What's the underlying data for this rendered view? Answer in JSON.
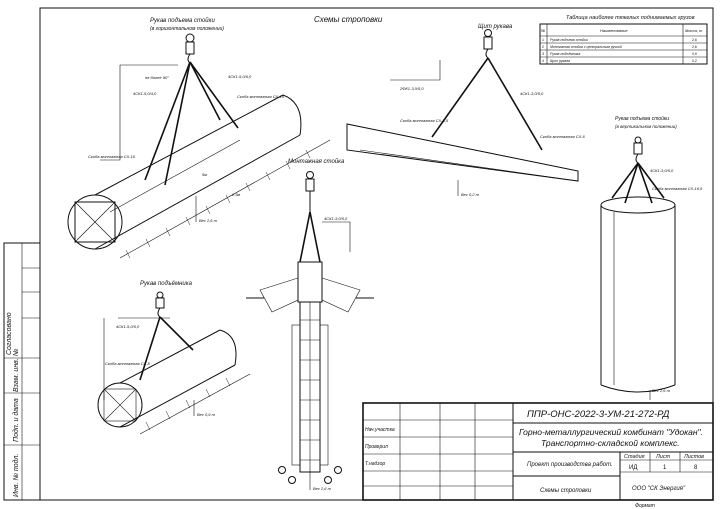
{
  "sheet": {
    "schemes_title": "Схемы строповки",
    "views": {
      "pipe_horizontal": {
        "title_line1": "Рукав подъема стойки",
        "title_line2": "(в горизонтальном положении)",
        "labels": [
          "не более 90°",
          "4СК1-5,0/6,0",
          "4СК1-5,0/4,0",
          "Скоба монтажная СХ-16",
          "Скоба монтажная СХ-16",
          "5м",
          "2,5м"
        ],
        "weight": "Вес 2,6 т"
      },
      "beam": {
        "title": "Щит рукава",
        "labels": [
          "2ФК1-3,0/5,0",
          "4СК1-3,0/5,0",
          "Скоба монтажная СХ-6,5",
          "Скоба монтажная СХ-6"
        ],
        "weight": "Вес 0,2 т"
      },
      "column_assembly": {
        "title": "Монтажная стойка",
        "labels": [
          "4СК1-3,0/5,0"
        ],
        "weight": "Вес 2,6 т"
      },
      "pipe_vertical": {
        "title_line1": "Рукав подъема стойки",
        "title_line2": "(в вертикальном положении)",
        "labels": [
          "4СК1-3,0/5,0",
          "Скоба монтажная СХ-16,5"
        ],
        "weight": "Вес 2,6 т"
      },
      "small_pipe": {
        "title": "Рукав подъёмника",
        "labels": [
          "4СК1-5,0/5,0",
          "Скоба монтажная СХ-8"
        ],
        "weight": "Вес 0,9 т"
      }
    },
    "table": {
      "title": "Таблица наиболее тяжелых поднимаемых грузов",
      "headers": [
        "№",
        "Наименование",
        "Масса, т"
      ],
      "rows": [
        [
          "1",
          "Рукав подъема стойки",
          "2,6"
        ],
        [
          "2",
          "Монтажная стойка с центральным ручкой",
          "2,6"
        ],
        [
          "3",
          "Рукав подъёмника",
          "0,9"
        ],
        [
          "4",
          "Щит рукава",
          "0,2"
        ]
      ]
    },
    "side_stamps": [
      "Согласовано",
      "Взам. инв. №",
      "Подп. и дата",
      "Инв. № подл."
    ],
    "title_block": {
      "doc_code": "ППР-ОНС-2022-3-УМ-21-272-РД",
      "company": "Горно-металлургический комбинат \"Удокан\".",
      "object": "Транспортно-складской комплекс.",
      "role1": "Нач.участка",
      "role2": "Проверил",
      "role3": "Т.надзор",
      "project": "Проект производства работ.",
      "col_stage": "Стадия",
      "col_sheet": "Лист",
      "col_sheets": "Листов",
      "stage": "ИД",
      "sheet_no": "1",
      "sheets_total": "8",
      "drawing_name": "Схемы строповки",
      "org": "ООО \"СК Энергия\"",
      "format_label": "Формат"
    }
  }
}
